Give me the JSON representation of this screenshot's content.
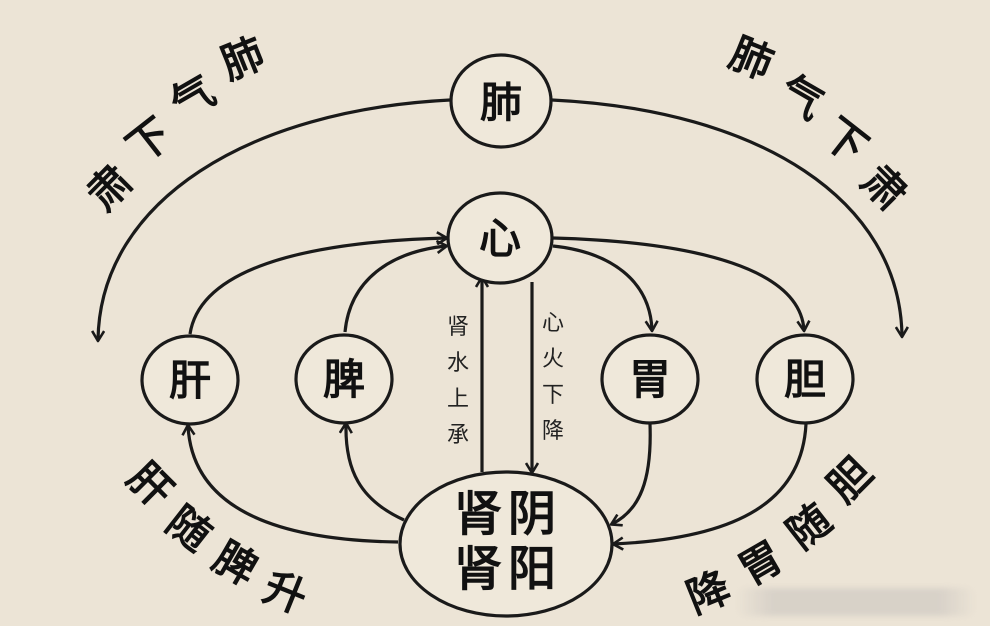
{
  "nodes": {
    "lung": "肺",
    "heart": "心",
    "liver": "肝",
    "spleen": "脾",
    "stomach": "胃",
    "gallbladder": "胆",
    "kidney_yin_1": "肾",
    "kidney_yin_2": "阴",
    "kidney_yang_1": "肾",
    "kidney_yang_2": "阳"
  },
  "labels": {
    "lung_left": [
      "肺",
      "气",
      "下",
      "肃"
    ],
    "lung_right": [
      "肺",
      "气",
      "下",
      "肃"
    ],
    "liver_spleen": [
      "肝",
      "随",
      "脾",
      "升"
    ],
    "gall_stomach": [
      "胆",
      "随",
      "胃",
      "降"
    ],
    "kidney_water": [
      "肾",
      "水",
      "上",
      "承"
    ],
    "heart_fire": [
      "心",
      "火",
      "下",
      "降"
    ]
  },
  "colors": {
    "background": "#ece4d6",
    "stroke": "#1a1a1a",
    "node_fill": "#efe8da"
  }
}
